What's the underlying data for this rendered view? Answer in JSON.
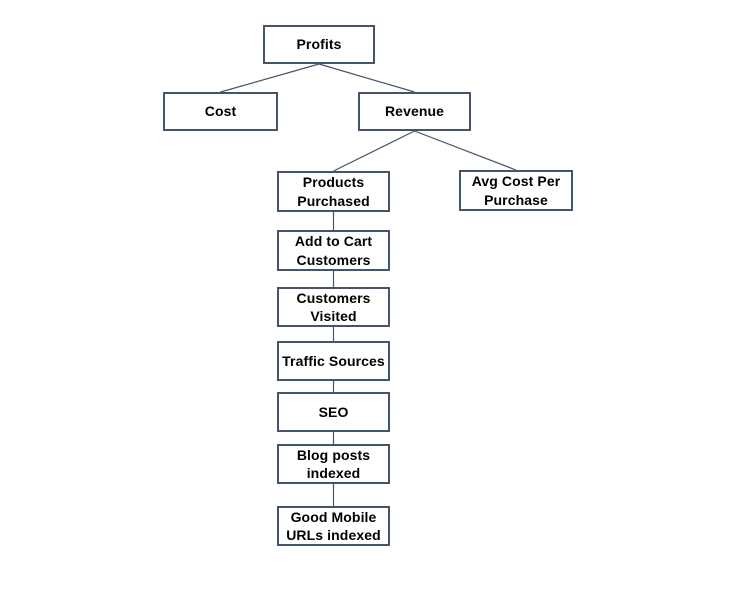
{
  "diagram": {
    "nodes": {
      "profits": {
        "label": "Profits"
      },
      "cost": {
        "label": "Cost"
      },
      "revenue": {
        "label": "Revenue"
      },
      "products_purchased": {
        "label": "Products Purchased"
      },
      "avg_cost_per_purchase": {
        "label": "Avg Cost Per Purchase"
      },
      "add_to_cart_customers": {
        "label": "Add to Cart Customers"
      },
      "customers_visited": {
        "label": "Customers Visited"
      },
      "traffic_sources": {
        "label": "Traffic Sources"
      },
      "seo": {
        "label": "SEO"
      },
      "blog_posts_indexed": {
        "label": "Blog posts indexed"
      },
      "good_mobile_urls_indexed": {
        "label": "Good Mobile URLs indexed"
      }
    },
    "edges": [
      {
        "from": "profits",
        "to": "cost"
      },
      {
        "from": "profits",
        "to": "revenue"
      },
      {
        "from": "revenue",
        "to": "products_purchased"
      },
      {
        "from": "revenue",
        "to": "avg_cost_per_purchase"
      },
      {
        "from": "products_purchased",
        "to": "add_to_cart_customers"
      },
      {
        "from": "add_to_cart_customers",
        "to": "customers_visited"
      },
      {
        "from": "customers_visited",
        "to": "traffic_sources"
      },
      {
        "from": "traffic_sources",
        "to": "seo"
      },
      {
        "from": "seo",
        "to": "blog_posts_indexed"
      },
      {
        "from": "blog_posts_indexed",
        "to": "good_mobile_urls_indexed"
      }
    ],
    "colors": {
      "node_border": "#44546A",
      "node_fill": "#FFFFFF",
      "connector": "#44546A",
      "text": "#000000",
      "background": "#FFFFFF"
    }
  }
}
